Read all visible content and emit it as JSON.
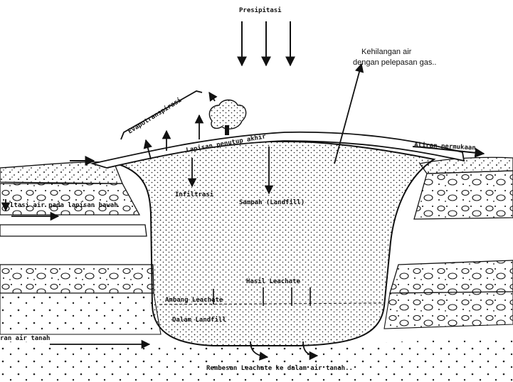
{
  "labels": {
    "precipitation": "Presipitasi",
    "gas_loss_line1": "Kehilangan air",
    "gas_loss_line2": "dengan pelepasan gas..",
    "evapotranspiration": "Evapotranspirasi",
    "final_cover": "Lapisan penutup akhir",
    "surface_flow": "Aliran permukaan",
    "infiltration": "Infiltrasi",
    "landfill_waste": "Sampah (Landfill)",
    "lower_layer_water": "ltasi air pada lapisan bawah",
    "leachate_result": "Hasil Leachate",
    "leachate_threshold": "Ambang Leachate",
    "in_landfill": "Dalam Landfill",
    "groundwater_flow": "ran air tanah",
    "leachate_seepage": "Rembesan Leachate ke dalam air tanah.."
  },
  "colors": {
    "ink": "#111111",
    "paper": "#ffffff"
  },
  "icons": {
    "tree": "tree-icon"
  }
}
